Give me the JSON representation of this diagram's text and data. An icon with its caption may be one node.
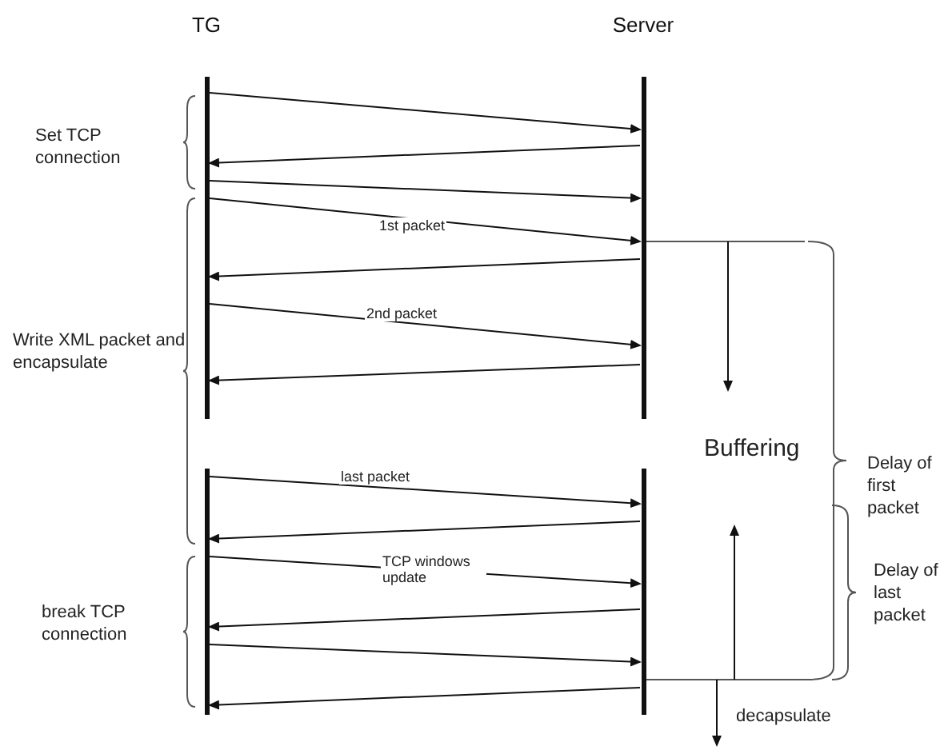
{
  "diagram": {
    "nodes": [
      {
        "text": [
          "TG"
        ]
      },
      {
        "text": [
          "Server"
        ]
      }
    ],
    "edges": [
      {
        "from": 0,
        "to": 1,
        "arrow": "to"
      },
      {
        "from": 1,
        "to": 0,
        "arrow": "to"
      },
      {
        "from": 0,
        "to": 1,
        "arrow": "to"
      },
      {
        "from": 0,
        "to": 1,
        "arrow": "to",
        "label": "1st packet"
      },
      {
        "from": 1,
        "to": 0,
        "arrow": "to"
      },
      {
        "from": 0,
        "to": 1,
        "arrow": "to",
        "label": "2nd packet"
      },
      {
        "from": 1,
        "to": 0,
        "arrow": "to"
      },
      {
        "from": 0,
        "to": 1,
        "arrow": "to",
        "label": "last packet"
      },
      {
        "from": 1,
        "to": 0,
        "arrow": "to"
      },
      {
        "from": 0,
        "to": 1,
        "arrow": "to",
        "label": "TCP windows update"
      },
      {
        "from": 1,
        "to": 0,
        "arrow": "to"
      },
      {
        "from": 0,
        "to": 1,
        "arrow": "to"
      },
      {
        "from": 1,
        "to": 0,
        "arrow": "to"
      }
    ],
    "labels": [
      "Set TCP connection",
      "Write XML packet and encapsulate",
      "Buffering",
      "Delay of first packet",
      "Delay of last packet",
      "break TCP connection",
      "decapsulate"
    ]
  }
}
